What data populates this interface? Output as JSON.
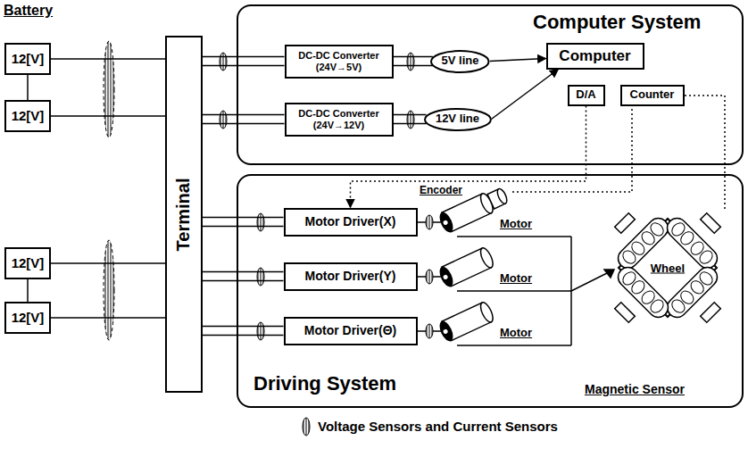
{
  "diagram": {
    "nodes": [
      {
        "text": [
          "12[V]"
        ]
      },
      {
        "text": [
          "12[V]"
        ]
      },
      {
        "text": [
          "12[V]"
        ]
      },
      {
        "text": [
          "12[V]"
        ]
      },
      {
        "text": [
          "Terminal"
        ]
      },
      {
        "text": [
          "Computer System"
        ]
      },
      {
        "text": [
          "DC-DC Converter (24V→5V)"
        ],
        "in": 5
      },
      {
        "text": [
          "DC-DC Converter (24V→12V)"
        ],
        "in": 5
      },
      {
        "text": [
          "5V line"
        ],
        "in": 5
      },
      {
        "text": [
          "12V line"
        ],
        "in": 5
      },
      {
        "text": [
          "Computer"
        ],
        "in": 5
      },
      {
        "text": [
          "D/A"
        ],
        "in": 5
      },
      {
        "text": [
          "Counter"
        ],
        "in": 5
      },
      {
        "text": [
          "Driving System"
        ]
      },
      {
        "text": [
          "Motor Driver(X)"
        ],
        "in": 13
      },
      {
        "text": [
          "Motor Driver(Y)"
        ],
        "in": 13
      },
      {
        "text": [
          "Motor Driver(Θ)"
        ],
        "in": 13
      }
    ],
    "edges": [
      {
        "from": 0,
        "to": 1,
        "arrow": "none"
      },
      {
        "from": 2,
        "to": 3,
        "arrow": "none"
      },
      {
        "from": 0,
        "to": 4,
        "arrow": "none"
      },
      {
        "from": 1,
        "to": 4,
        "arrow": "none"
      },
      {
        "from": 2,
        "to": 4,
        "arrow": "none"
      },
      {
        "from": 3,
        "to": 4,
        "arrow": "none"
      },
      {
        "from": 4,
        "to": 6,
        "arrow": "none"
      },
      {
        "from": 4,
        "to": 7,
        "arrow": "none"
      },
      {
        "from": 4,
        "to": 14,
        "arrow": "none"
      },
      {
        "from": 4,
        "to": 15,
        "arrow": "none"
      },
      {
        "from": 4,
        "to": 16,
        "arrow": "none"
      },
      {
        "from": 6,
        "to": 8,
        "arrow": "none"
      },
      {
        "from": 7,
        "to": 9,
        "arrow": "none"
      },
      {
        "from": 8,
        "to": 10,
        "arrow": "to"
      },
      {
        "from": 9,
        "to": 10,
        "arrow": "to"
      },
      {
        "from": 11,
        "to": 14,
        "arrow": "to"
      }
    ],
    "labels": [
      "Battery",
      "Encoder",
      "Motor",
      "Motor",
      "Motor",
      "Wheel",
      "Magnetic Sensor"
    ],
    "legend": [
      {
        "text": "Voltage Sensors and Current Sensors"
      }
    ]
  }
}
